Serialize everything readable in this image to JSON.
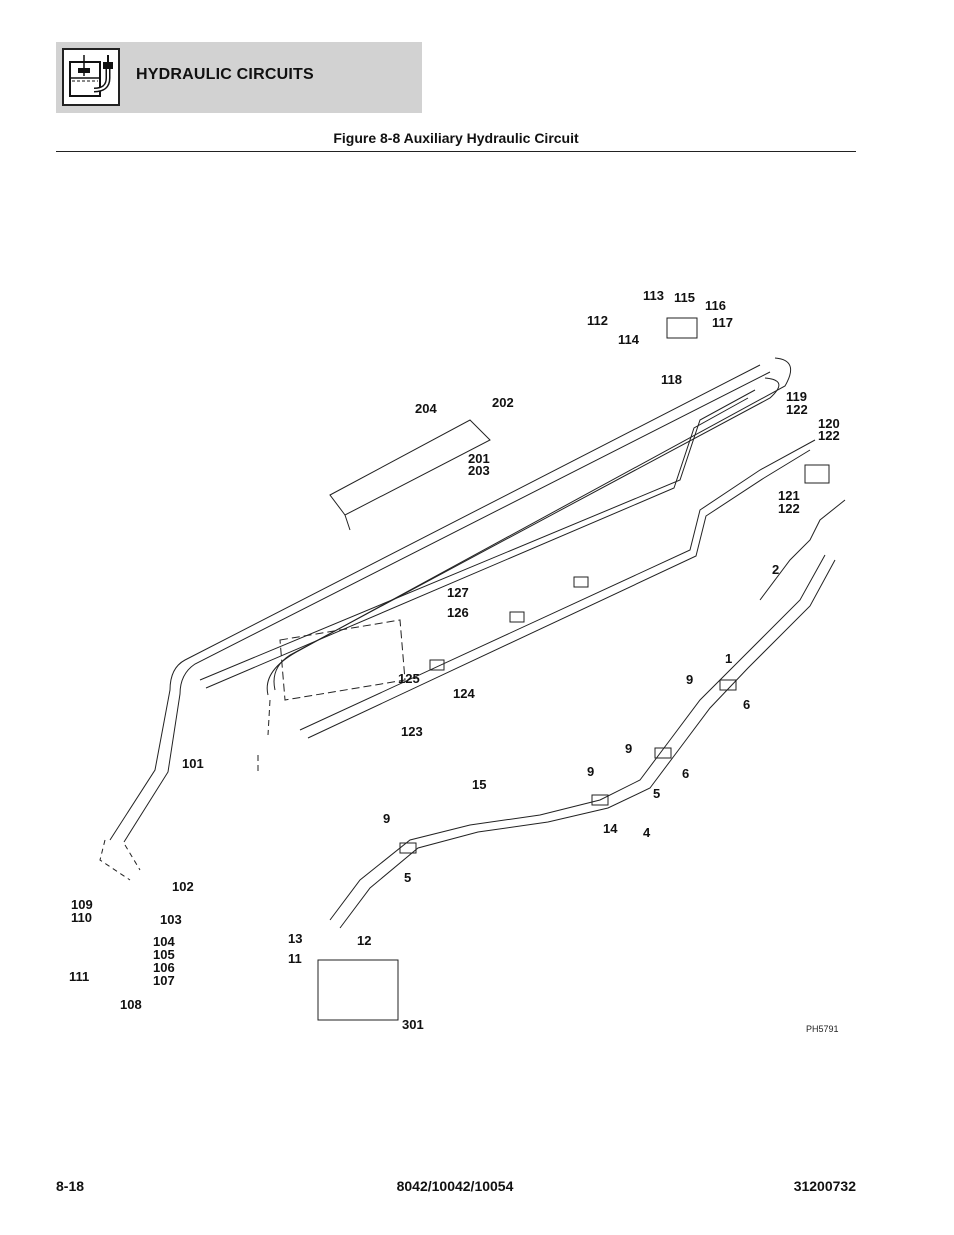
{
  "header": {
    "section_title": "HYDRAULIC CIRCUITS",
    "icon": "hydraulic-circuit-icon"
  },
  "figure": {
    "title": "Figure 8-8 Auxiliary Hydraulic Circuit",
    "image_code": "PH5791",
    "callouts": [
      "112",
      "113",
      "114",
      "115",
      "116",
      "117",
      "118",
      "204",
      "202",
      "201",
      "203",
      "119",
      "122",
      "120",
      "122",
      "121",
      "122",
      "2",
      "127",
      "126",
      "125",
      "124",
      "123",
      "1",
      "9",
      "6",
      "9",
      "6",
      "15",
      "9",
      "5",
      "14",
      "4",
      "101",
      "9",
      "5",
      "102",
      "109",
      "110",
      "103",
      "104",
      "105",
      "106",
      "107",
      "111",
      "108",
      "13",
      "12",
      "11",
      "301"
    ]
  },
  "footer": {
    "page_number": "8-18",
    "model_numbers": "8042/10042/10054",
    "document_number": "31200732"
  }
}
